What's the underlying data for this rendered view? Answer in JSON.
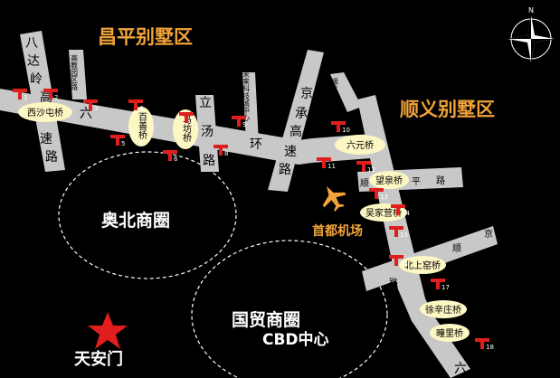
{
  "districts": {
    "changping": "昌平别墅区",
    "shunyi": "顺义别墅区"
  },
  "zones": {
    "aobei": "奥北商圈",
    "guomao": "国贸商圈",
    "cbd": "CBD中心"
  },
  "landmarks": {
    "tiananmen": "天安门",
    "airport": "首都机场"
  },
  "roads": {
    "badaling_chars": [
      "八",
      "达",
      "岭",
      "高",
      "速",
      "路"
    ],
    "liuhuan_chars": [
      "六",
      "环"
    ],
    "jingcheng_chars": [
      "京",
      "承",
      "高",
      "速",
      "路"
    ],
    "lishui_chars": [
      "立",
      "汤",
      "路"
    ],
    "shunyi_road_chars": [
      "顺",
      "平",
      "路"
    ],
    "jingshun_chars": [
      "京",
      "顺",
      "路"
    ],
    "bottom_six": "六",
    "vertical_small_1": "高教园区路",
    "vertical_small_2": "未来科技城中心",
    "vertical_small_3": "顺义新城路"
  },
  "bridges": {
    "xisha": "西沙屯桥",
    "baishan": "百善桥",
    "mafang": "马坊桥",
    "liuyuan": "六元桥",
    "wangquan": "望泉桥",
    "wujiaying": "吴家营桥",
    "beishang": "北上窑桥",
    "xuxinzhuang": "徐辛庄桥",
    "tongli": "疃里桥"
  },
  "exits": [
    "1",
    "2",
    "3",
    "4",
    "5",
    "6",
    "7",
    "8",
    "9",
    "10",
    "11",
    "12",
    "13",
    "14",
    "15",
    "16",
    "17",
    "18"
  ],
  "compass": {
    "north": "N",
    "icon": "compass-icon"
  },
  "colors": {
    "background": "#000000",
    "road": "#c8c8c8",
    "district_text": "#f2a33a",
    "exit_marker": "#e01e1e",
    "bridge_oval": "#fdf7c4",
    "star": "#e01e1e"
  }
}
